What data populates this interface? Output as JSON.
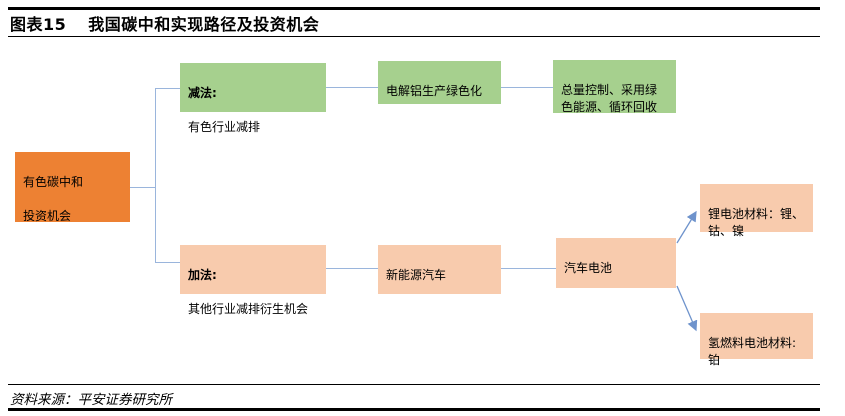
{
  "header": {
    "figure_label": "图表15",
    "title": "我国碳中和实现路径及投资机会"
  },
  "footer": {
    "source": "资料来源：平安证券研究所"
  },
  "colors": {
    "root_orange": "#ED8133",
    "branch_green": "#A6D08E",
    "branch_peach": "#F8CBAD",
    "connector_blue": "#9AB5DC",
    "arrow_blue": "#6E93CC",
    "rule_black": "#000000"
  },
  "diagram": {
    "root": {
      "text": "有色碳中和\n\n投资机会"
    },
    "subtract_branch": {
      "head_bold": "减法:",
      "head_rest": "有色行业减排",
      "step2": "电解铝生产绿色化",
      "step3": "总量控制、采用绿\n色能源、循环回收"
    },
    "add_branch": {
      "head_bold": "加法:",
      "head_rest": "其他行业减排衍生机会",
      "step2": "新能源汽车",
      "step3": "汽车电池",
      "leaf_top": "锂电池材料：锂、\n钴、镍",
      "leaf_bottom": "氢燃料电池材料:\n铂"
    }
  }
}
